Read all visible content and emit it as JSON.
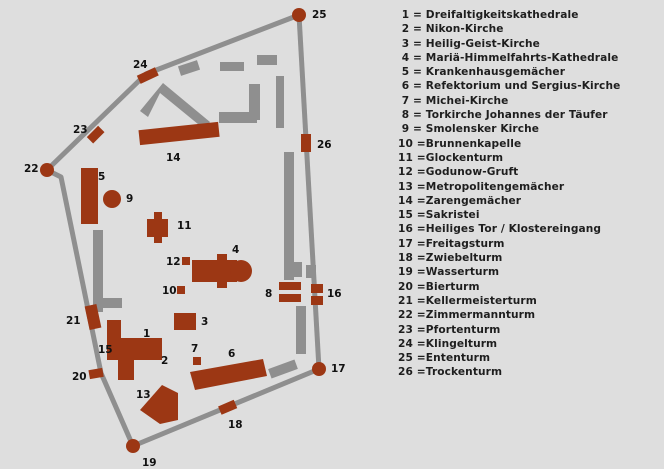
{
  "colors": {
    "background": "#dedede",
    "wall": "#8f8f8f",
    "building_brown": "#9c3714",
    "building_gray": "#8f8f8f",
    "text": "#1e1e1e"
  },
  "map_labels": {
    "n1": "1",
    "n2": "2",
    "n3": "3",
    "n4": "4",
    "n5": "5",
    "n6": "6",
    "n7": "7",
    "n8": "8",
    "n9": "9",
    "n10": "10",
    "n11": "11",
    "n12": "12",
    "n13": "13",
    "n14": "14",
    "n15": "15",
    "n16": "16",
    "n17": "17",
    "n18": "18",
    "n19": "19",
    "n20": "20",
    "n21": "21",
    "n22": "22",
    "n23": "23",
    "n24": "24",
    "n25": "25",
    "n26": "26"
  },
  "legend": [
    {
      "num": "1 =",
      "name": "Dreifaltigkeitskathedrale"
    },
    {
      "num": "2 =",
      "name": "Nikon-Kirche"
    },
    {
      "num": "3 =",
      "name": "Heilig-Geist-Kirche"
    },
    {
      "num": "4 =",
      "name": "Mariä-Himmelfahrts-Kathedrale"
    },
    {
      "num": "5 =",
      "name": "Krankenhausgemächer"
    },
    {
      "num": "6 =",
      "name": "Refektorium und Sergius-Kirche"
    },
    {
      "num": "7 =",
      "name": "Michei-Kirche"
    },
    {
      "num": "8 =",
      "name": "Torkirche Johannes der Täufer"
    },
    {
      "num": "9 =",
      "name": "Smolensker Kirche"
    },
    {
      "num": "10 =",
      "name": "Brunnenkapelle"
    },
    {
      "num": "11 =",
      "name": "Glockenturm"
    },
    {
      "num": "12 =",
      "name": "Godunow-Gruft"
    },
    {
      "num": "13 =",
      "name": "Metropolitengemächer"
    },
    {
      "num": "14 =",
      "name": "Zarengemächer"
    },
    {
      "num": "15 =",
      "name": "Sakristei"
    },
    {
      "num": "16 =",
      "name": "Heiliges Tor / Klostereingang"
    },
    {
      "num": "17 =",
      "name": "Freitagsturm"
    },
    {
      "num": "18 =",
      "name": "Zwiebelturm"
    },
    {
      "num": "19 =",
      "name": "Wasserturm"
    },
    {
      "num": "20 =",
      "name": "Bierturm"
    },
    {
      "num": "21 =",
      "name": "Kellermeisterturm"
    },
    {
      "num": "22 =",
      "name": "Zimmermannturm"
    },
    {
      "num": "23 =",
      "name": "Pfortenturm"
    },
    {
      "num": "24 =",
      "name": "Klingelturm"
    },
    {
      "num": "25 =",
      "name": "Ententurm"
    },
    {
      "num": "26 =",
      "name": "Trockenturm"
    }
  ]
}
